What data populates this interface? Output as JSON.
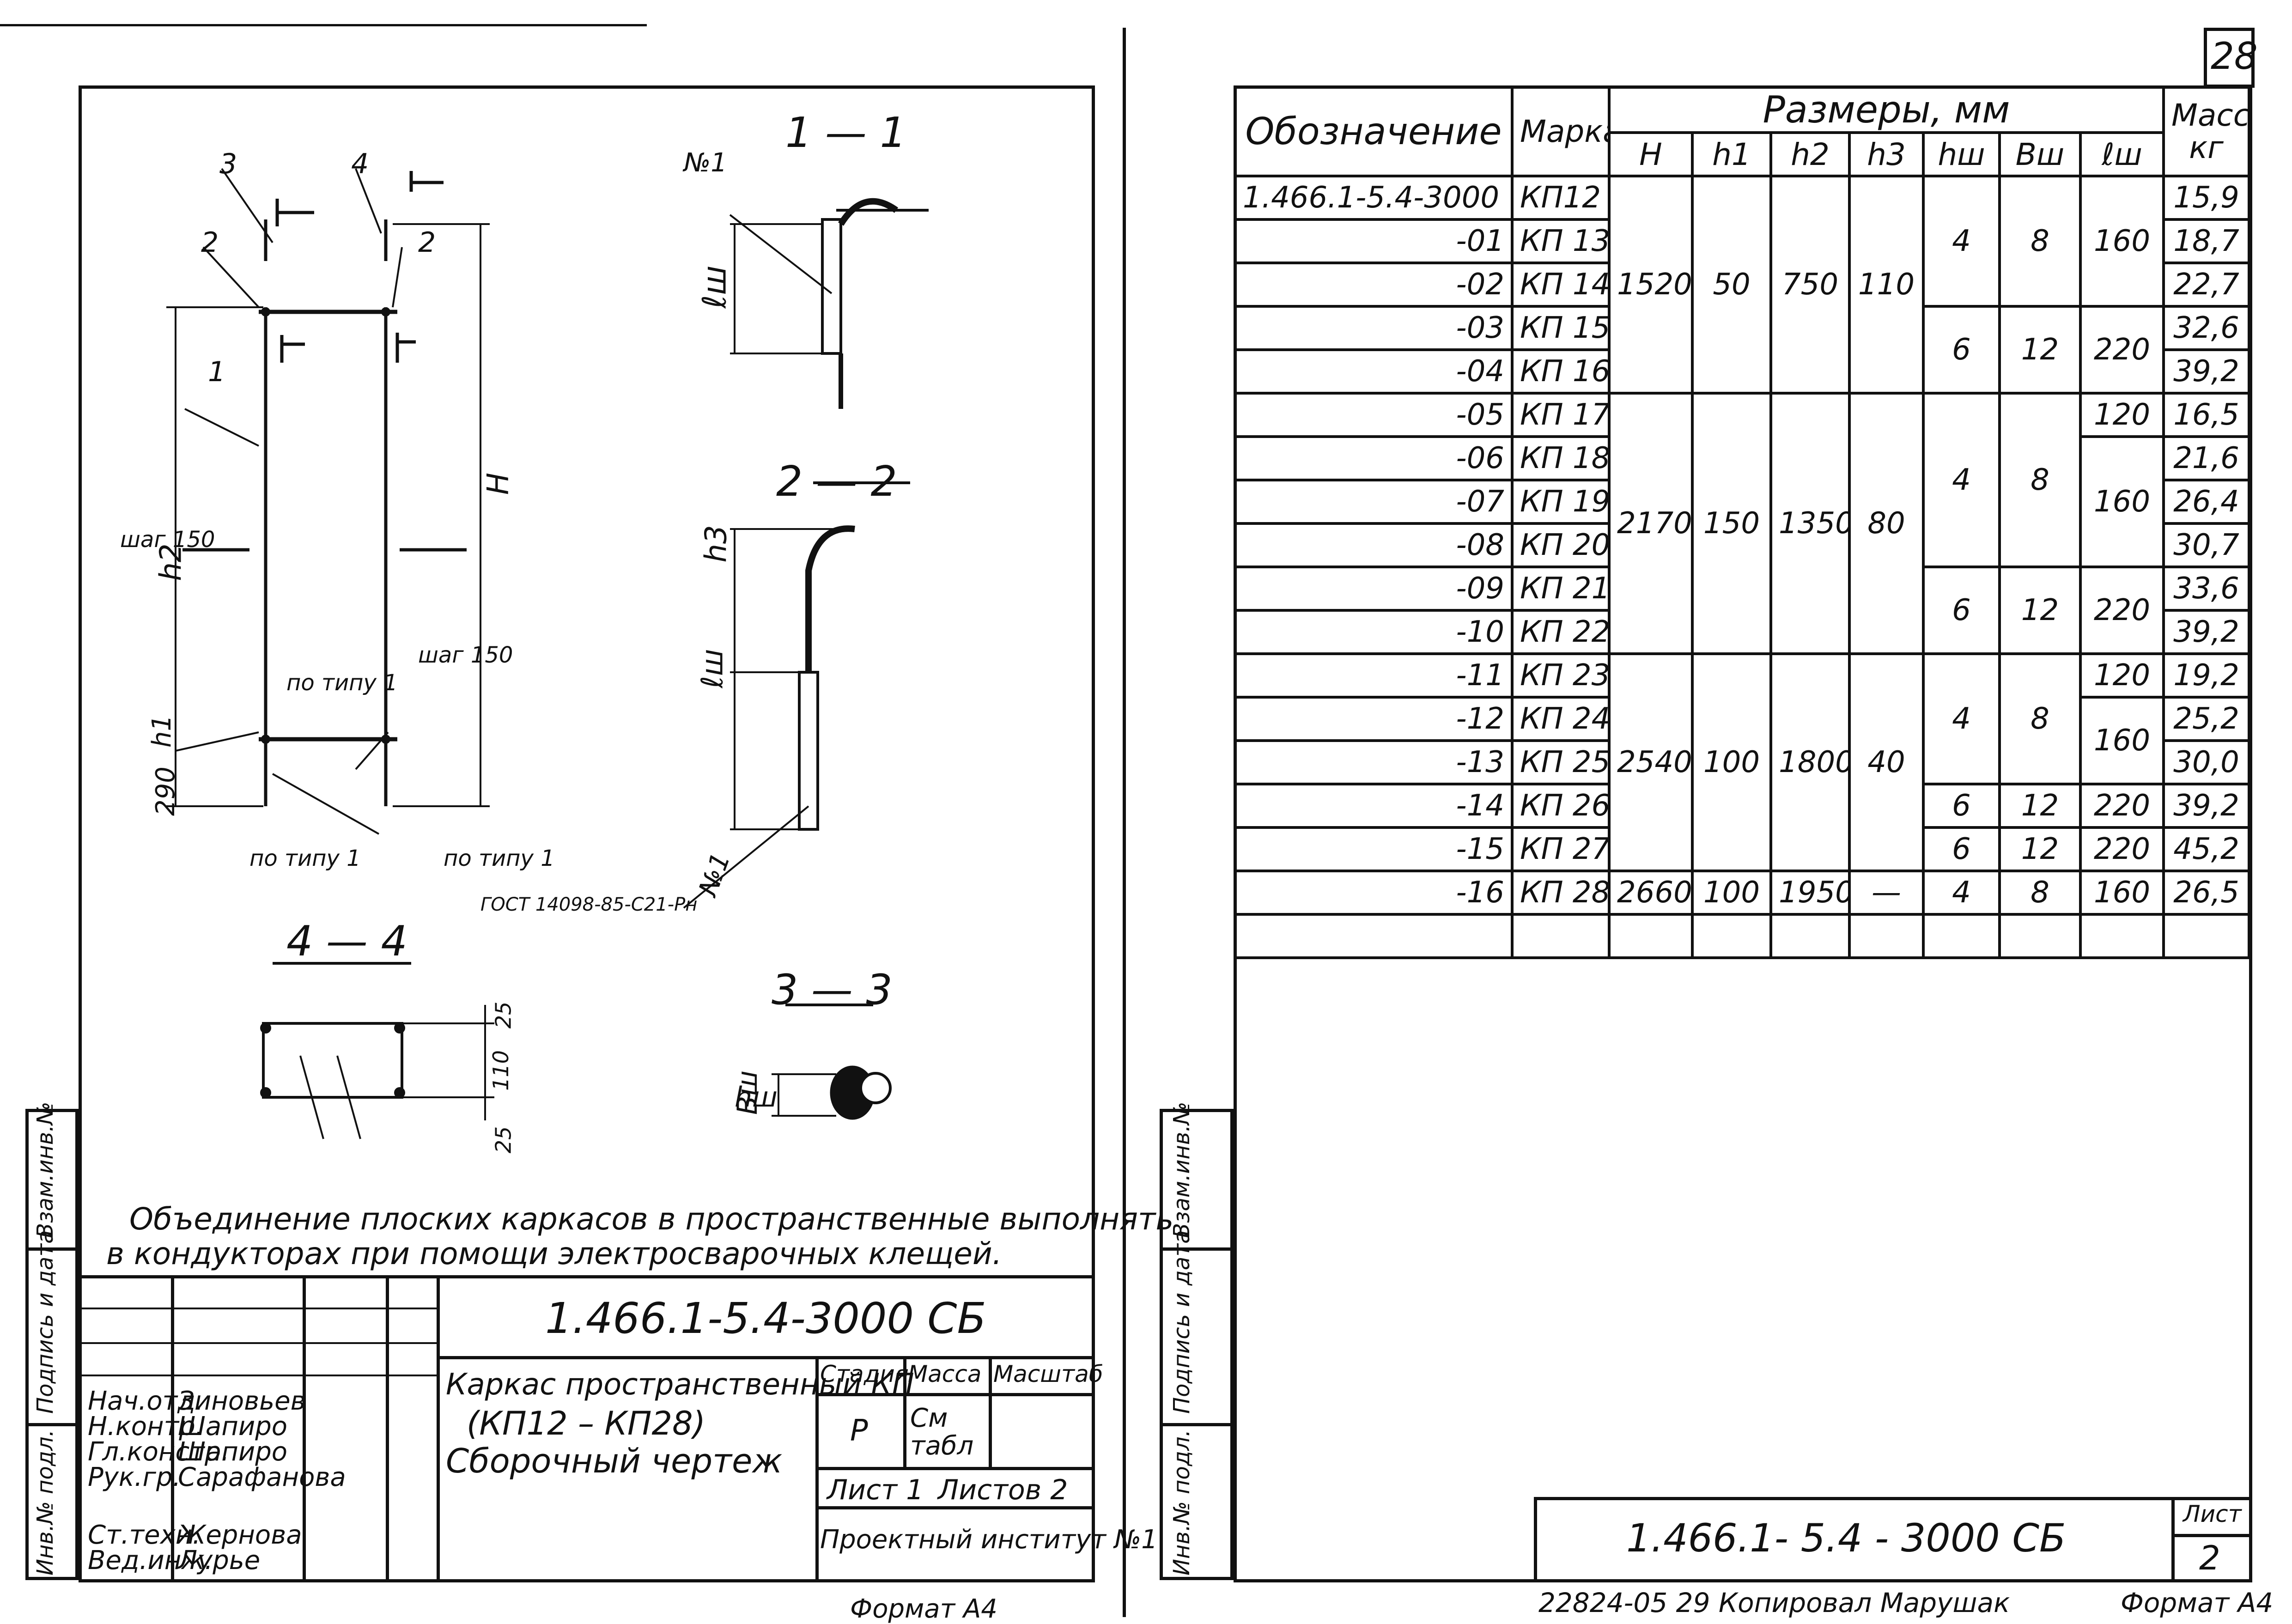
{
  "sheet": {
    "page_number": "28",
    "left_sheet_code": "1.466.1-5.4-3000 СБ",
    "right_sheet_code": "1.466.1- 5.4 - 3000 СБ",
    "right_sheet_label": "Лист",
    "right_sheet_number": "2",
    "left_bottom_format": "Формат А4",
    "right_bottom_note": "22824-05   29   Копировал Марушак",
    "right_bottom_format": "Формат А4"
  },
  "margin_labels": {
    "inv_podl": "Инв.№ подл.",
    "podpis_data": "Подпись и дата",
    "vzam_inv": "Взам.инв.№"
  },
  "drawing": {
    "sections": [
      "1 — 1",
      "2 — 2",
      "3 — 3",
      "4 — 4"
    ],
    "labels": {
      "h2": "h2",
      "H": "H",
      "h1": "h1",
      "dim290": "290",
      "step150": "шаг 150",
      "po_tipu1": "по типу 1",
      "lsh": "ℓш",
      "h3": "h3",
      "bsh": "Bш",
      "hsh": "hш",
      "n1": "№1",
      "n1b": "№1",
      "gost": "ГОСТ 14098-85-С21-Рн",
      "dim25a": "25",
      "dim110": "110",
      "dim25b": "25",
      "n1_": "1",
      "n2_": "2",
      "n3_": "3",
      "n4_": "4"
    },
    "note_line1": "Объединение плоских каркасов в пространственные выполнять",
    "note_line2": "в кондукторах при помощи электросварочных клещей."
  },
  "stamp": {
    "roles": [
      "Нач.отд.",
      "Н.контр.",
      "Гл.констр.",
      "Рук.гр.",
      "Ст.техн.",
      "Вед.инж."
    ],
    "names": [
      "Зиновьев",
      "Шапиро",
      "Шапиро",
      "Сарафанова",
      "Жернова",
      "Лурье"
    ],
    "title_line1": "Каркас пространственный КП",
    "title_line2": "(КП12 – КП28)",
    "title_line3": "Сборочный чертеж",
    "col_stage": "Стадия",
    "col_mass": "Масса",
    "col_scale": "Масштаб",
    "stage": "Р",
    "mass_value": "См табл",
    "sheet": "Лист 1",
    "sheets": "Листов 2",
    "org": "Проектный институт №1"
  },
  "table": {
    "header": {
      "designation": "Обозначение",
      "mark": "Марка",
      "dimensions": "Размеры, мм",
      "mass": "Масса, кг",
      "cols": [
        "H",
        "h1",
        "h2",
        "h3",
        "hш",
        "Bш",
        "ℓш"
      ]
    },
    "rows": [
      {
        "des": "1.466.1-5.4-3000",
        "mark": "КП12",
        "mass": "15,9"
      },
      {
        "des": "-01",
        "mark": "КП 13",
        "mass": "18,7"
      },
      {
        "des": "-02",
        "mark": "КП 14",
        "mass": "22,7"
      },
      {
        "des": "-03",
        "mark": "КП 15",
        "mass": "32,6"
      },
      {
        "des": "-04",
        "mark": "КП 16",
        "mass": "39,2"
      },
      {
        "des": "-05",
        "mark": "КП 17",
        "mass": "16,5"
      },
      {
        "des": "-06",
        "mark": "КП 18",
        "mass": "21,6"
      },
      {
        "des": "-07",
        "mark": "КП 19",
        "mass": "26,4"
      },
      {
        "des": "-08",
        "mark": "КП 20",
        "mass": "30,7"
      },
      {
        "des": "-09",
        "mark": "КП 21",
        "mass": "33,6"
      },
      {
        "des": "-10",
        "mark": "КП 22",
        "mass": "39,2"
      },
      {
        "des": "-11",
        "mark": "КП 23",
        "mass": "19,2"
      },
      {
        "des": "-12",
        "mark": "КП 24",
        "mass": "25,2"
      },
      {
        "des": "-13",
        "mark": "КП 25",
        "mass": "30,0"
      },
      {
        "des": "-14",
        "mark": "КП 26",
        "mass": "39,2"
      },
      {
        "des": "-15",
        "mark": "КП 27",
        "mass": "45,2"
      },
      {
        "des": "-16",
        "mark": "КП 28",
        "mass": "26,5"
      }
    ],
    "groups": {
      "g1": {
        "H": "1520",
        "h1": "50",
        "h2": "750",
        "h3": "110"
      },
      "g2": {
        "H": "2170",
        "h1": "150",
        "h2": "1350",
        "h3": "80"
      },
      "g3": {
        "H": "2540",
        "h1": "100",
        "h2": "1800",
        "h3": "40"
      },
      "g4": {
        "H": "2660",
        "h1": "100",
        "h2": "1950",
        "h3": "—"
      }
    },
    "sub": {
      "a": {
        "hsh": "4",
        "bsh": "8",
        "lsh": "160"
      },
      "b": {
        "hsh": "6",
        "bsh": "12",
        "lsh": "220"
      },
      "c": {
        "lsh": "120"
      },
      "d": {
        "hsh": "4",
        "bsh": "8",
        "lsh": "160"
      },
      "e": {
        "hsh": "6",
        "bsh": "12",
        "lsh": "220"
      },
      "f": {
        "lsh": "120"
      },
      "g": {
        "hsh": "4",
        "bsh": "8",
        "lsh": "160"
      },
      "h": {
        "hsh": "6",
        "bsh": "12",
        "lsh": "220"
      },
      "i": {
        "hsh": "6",
        "bsh": "12",
        "lsh": "220"
      },
      "j": {
        "hsh": "4",
        "bsh": "8",
        "lsh": "160"
      }
    }
  }
}
